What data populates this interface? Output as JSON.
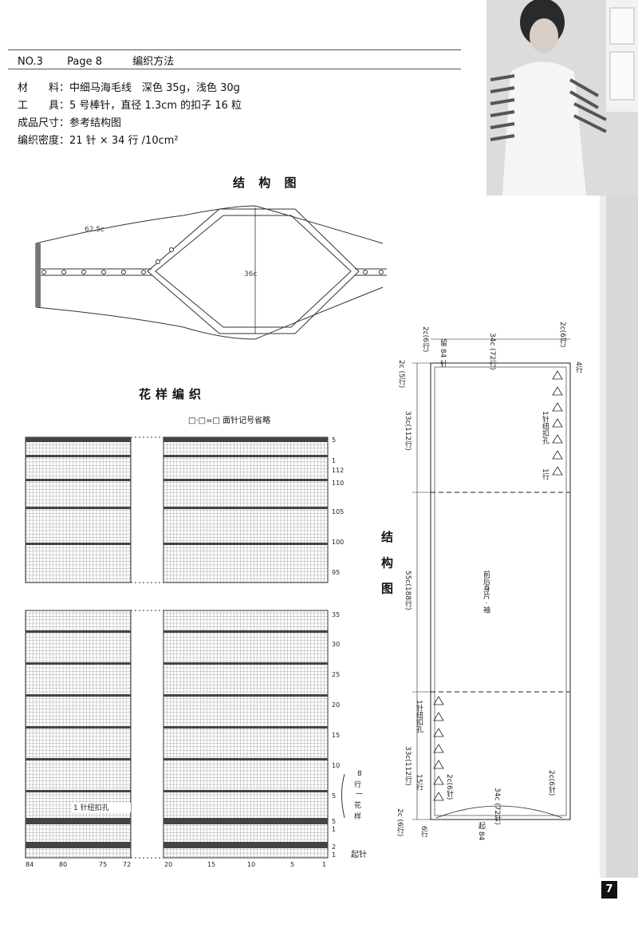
{
  "header": {
    "no": "NO.3",
    "page": "Page 8",
    "method": "编织方法"
  },
  "specs": [
    {
      "label": "材　　料",
      "value": "中细马海毛线　深色 35g，浅色 30g"
    },
    {
      "label": "工　　具",
      "value": "5 号棒针，直径 1.3cm 的扣子 16 粒"
    },
    {
      "label": "成品尺寸",
      "value": "参考结构图"
    },
    {
      "label": "编织密度",
      "value": "21 针 × 34 行 /10cm²"
    }
  ],
  "structure_top": {
    "title": "结 构 图",
    "length_label": "62.5c",
    "height_label": "36c"
  },
  "pattern": {
    "title": "花样编织",
    "legend": "□·□=□ 面针记号省略",
    "buttonhole_note": "1 针纽扣孔",
    "start_note": "起针",
    "repeat_note": [
      "8",
      "行",
      "一",
      "花",
      "样"
    ],
    "row_labels": [
      "5",
      "1",
      "112",
      "110",
      "105",
      "100",
      "95",
      "35",
      "30",
      "25",
      "20",
      "15",
      "10",
      "5",
      "5",
      "1",
      "2",
      "1"
    ],
    "col_labels_left": [
      "84",
      "80",
      "75",
      "72"
    ],
    "col_labels_right": [
      "20",
      "15",
      "10",
      "5",
      "1"
    ]
  },
  "structure_right": {
    "title": "结 构 图",
    "top_left_2c": "2c(6行)",
    "top_width": "34c (72行)",
    "top_right_2c": "2c(6行)",
    "collar": "留 84 针",
    "top_2c": "2c (5行)",
    "four_rows": "4行",
    "upper_33c": "33c(112行)",
    "buttonhole_upper": "1针纽扣孔",
    "one_row": "1行",
    "middle_55c": "55c(188行)",
    "body_label": "前后身片 · 袖",
    "buttonhole_lower": "1针纽扣孔",
    "lower_33c": "33c(112行)",
    "fifteen_rows": "15行",
    "bottom_left_2c": "2c(6针)",
    "bottom_width": "34c (72针)",
    "bottom_right_2c": "2c(6针)",
    "cast_on": "起 84 针",
    "side_2c": "2c (6行)",
    "six_rows": "6行"
  },
  "page_number": "7"
}
